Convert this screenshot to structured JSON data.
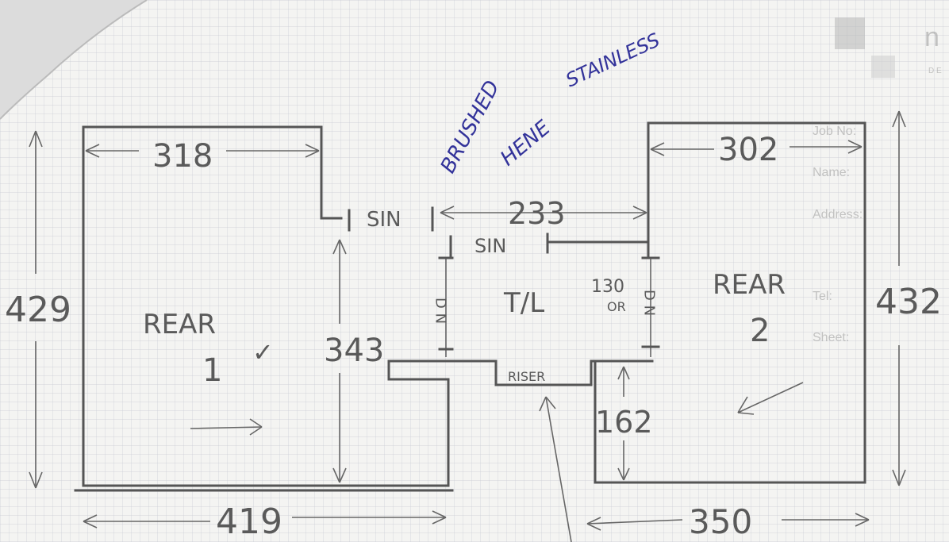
{
  "note": {
    "line1": "BRUSHED",
    "line2": "HENE",
    "line3": "STAINLESS"
  },
  "rooms": {
    "left": {
      "name": "REAR",
      "number": "1",
      "tick": "✓"
    },
    "right": {
      "name": "REAR",
      "number": "2"
    },
    "centre": {
      "label": "T/L",
      "riser": "RISER",
      "dn_left": "D N",
      "dn_right": "D N",
      "note1": "130",
      "note2": "OR"
    }
  },
  "dimensions": {
    "left_top": "318",
    "left_height": "429",
    "left_inner_height": "343",
    "left_bottom": "419",
    "right_top": "302",
    "right_height": "432",
    "right_inner_height": "162",
    "right_bottom": "350",
    "centre_width": "233",
    "sin1": "SIN",
    "sin2": "SIN"
  },
  "form": {
    "job_no": "Job No:",
    "name": "Name:",
    "address": "Address:",
    "tel": "Tel:",
    "sheet": "Sheet:",
    "logo_text": "n",
    "logo_sub": "D E"
  },
  "colors": {
    "pencil": "#555555",
    "ink": "#33339a",
    "paper": "#f4f4f2",
    "grid": "#c9ccd4"
  }
}
